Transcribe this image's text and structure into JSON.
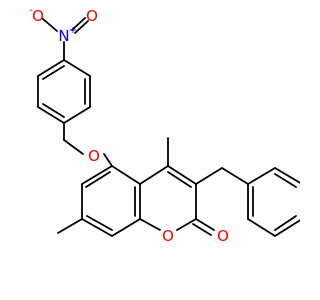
{
  "colors": {
    "bond": "#000000",
    "nitrogen": "#0000ff",
    "oxygen": "#ff0000",
    "background": "#ffffff"
  },
  "atoms": {
    "nitro_n": {
      "symbol": "N",
      "charge": "+"
    },
    "nitro_o_minus": {
      "symbol": "O",
      "charge": "-"
    },
    "nitro_o_double": {
      "symbol": "O"
    },
    "ether_o": {
      "symbol": "O"
    },
    "ring_o": {
      "symbol": "O"
    },
    "carbonyl_o": {
      "symbol": "O"
    }
  }
}
